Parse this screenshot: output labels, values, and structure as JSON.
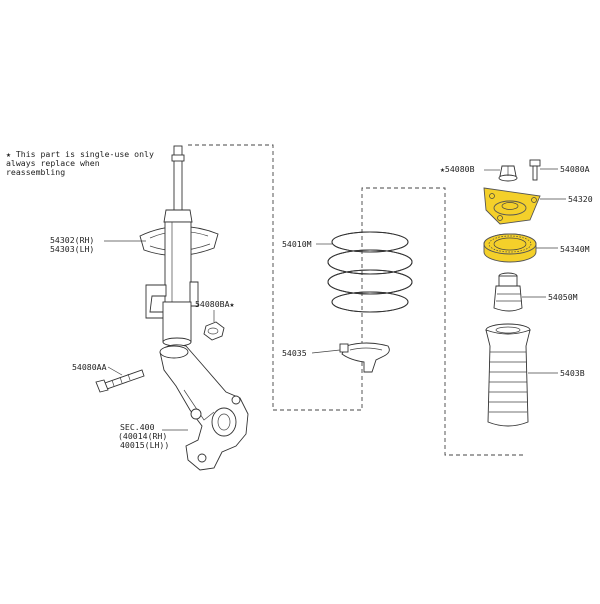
{
  "note": {
    "line1": "★ This part is single-use only",
    "line2": "always replace when",
    "line3": "reassembling"
  },
  "colors": {
    "highlight": "#f4d02a",
    "line": "#333333",
    "background": "#ffffff"
  },
  "labels": {
    "strut_rh": "54302(RH)",
    "strut_lh": "54303(LH)",
    "nut_ba": "54080BA★",
    "bolt_aa": "54080AA",
    "sec_ref": "SEC.400",
    "knuckle_rh": "(40014(RH)",
    "knuckle_lh": "40015(LH))",
    "spring": "54010M",
    "seat": "54035",
    "nut_b": "★54080B",
    "bolt_a": "54080A",
    "mount": "54320",
    "bearing": "54340M",
    "bumper": "54050M",
    "boot": "5403B"
  }
}
